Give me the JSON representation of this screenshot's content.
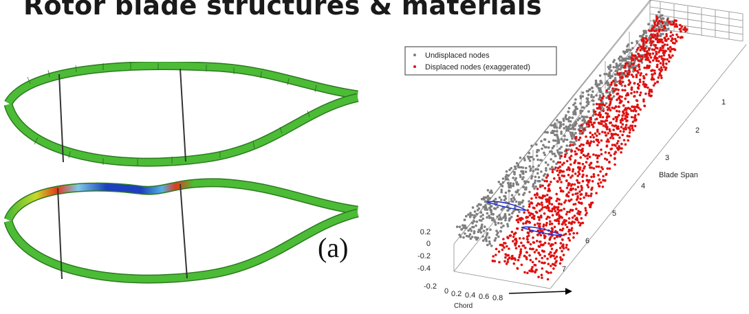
{
  "title": "Rotor blade structures & materials",
  "left_figure": {
    "panel_label": "(a)"
  },
  "right_figure": {
    "legend": [
      {
        "label": "Undisplaced nodes",
        "color": "#7f7f7f"
      },
      {
        "label": "Displaced nodes (exaggerated)",
        "color": "#e01010"
      }
    ],
    "axes": {
      "x_label": "Chord",
      "y_label": "Blade Span",
      "x_ticks": [
        "-0.2",
        "0",
        "0.2",
        "0.4",
        "0.6",
        "0.8"
      ],
      "y_ticks": [
        "1",
        "2",
        "3",
        "4",
        "5",
        "6",
        "7"
      ],
      "z_ticks": [
        "0.2",
        "0",
        "-0.2",
        "-0.4"
      ]
    }
  },
  "colors": {
    "shell_green": "#3fb02c",
    "shell_dark": "#2a7a1e",
    "undisplaced": "#7f7f7f",
    "displaced": "#e01010",
    "section": "#1f2fd0"
  }
}
